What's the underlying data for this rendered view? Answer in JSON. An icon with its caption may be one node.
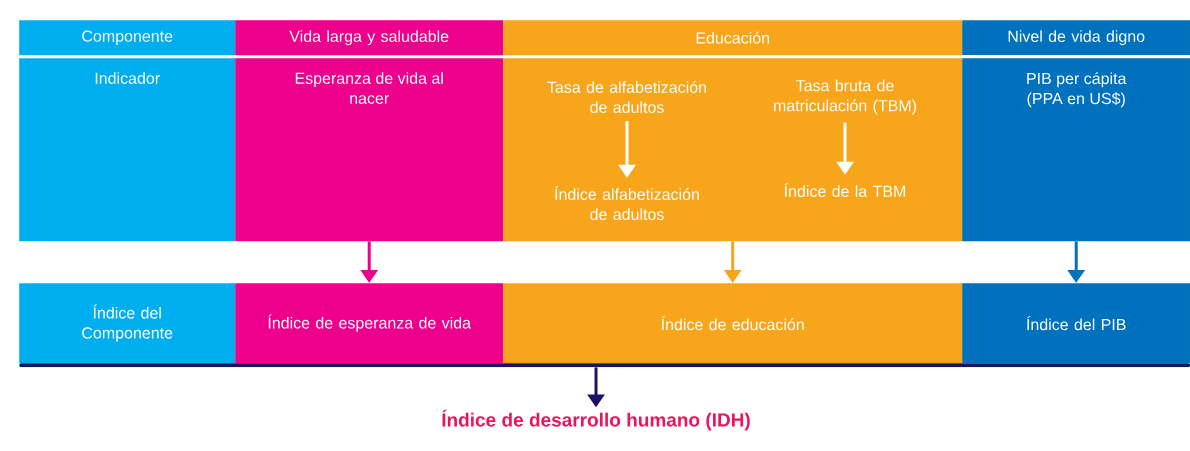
{
  "diagram": {
    "nodes": [
      {
        "text": [
          "Componente"
        ]
      },
      {
        "text": [
          "Vida larga y saludable"
        ]
      },
      {
        "text": [
          "Educación"
        ]
      },
      {
        "text": [
          "Nivel de vida digno"
        ]
      },
      {
        "text": [
          "Indicador"
        ]
      },
      {
        "text": [
          "Esperanza de vida al nacer"
        ]
      },
      {
        "text": [],
        "shape": "box"
      },
      {
        "text": [
          "Tasa de alfabetización de adultos"
        ],
        "in": 6
      },
      {
        "text": [
          "Tasa bruta de matriculación (TBM)"
        ],
        "in": 6
      },
      {
        "text": [
          "Índice alfabetización de adultos"
        ],
        "in": 6
      },
      {
        "text": [
          "Índice de la TBM"
        ],
        "in": 6
      },
      {
        "text": [
          "PIB per cápita (PPA en US$)"
        ]
      },
      {
        "text": [
          "Índice del Componente"
        ]
      },
      {
        "text": [
          "Índice de esperanza de vida"
        ]
      },
      {
        "text": [
          "Índice de educación"
        ]
      },
      {
        "text": [
          "Índice del PIB"
        ]
      },
      {
        "text": [],
        "shape": "bar"
      },
      {
        "text": [
          "Índice de desarrollo humano (IDH)"
        ]
      }
    ],
    "edges": [
      {
        "from": 7,
        "to": 9,
        "arrow": "to",
        "color": "#ffffff"
      },
      {
        "from": 8,
        "to": 10,
        "arrow": "to",
        "color": "#ffffff"
      },
      {
        "from": 5,
        "to": 13,
        "arrow": "to",
        "color": "#ec008c"
      },
      {
        "from": 6,
        "to": 14,
        "arrow": "to",
        "color": "#f7a61c"
      },
      {
        "from": 11,
        "to": 15,
        "arrow": "to",
        "color": "#0071bc"
      },
      {
        "from": 16,
        "to": 17,
        "arrow": "to",
        "color": "#1b1464"
      }
    ]
  }
}
